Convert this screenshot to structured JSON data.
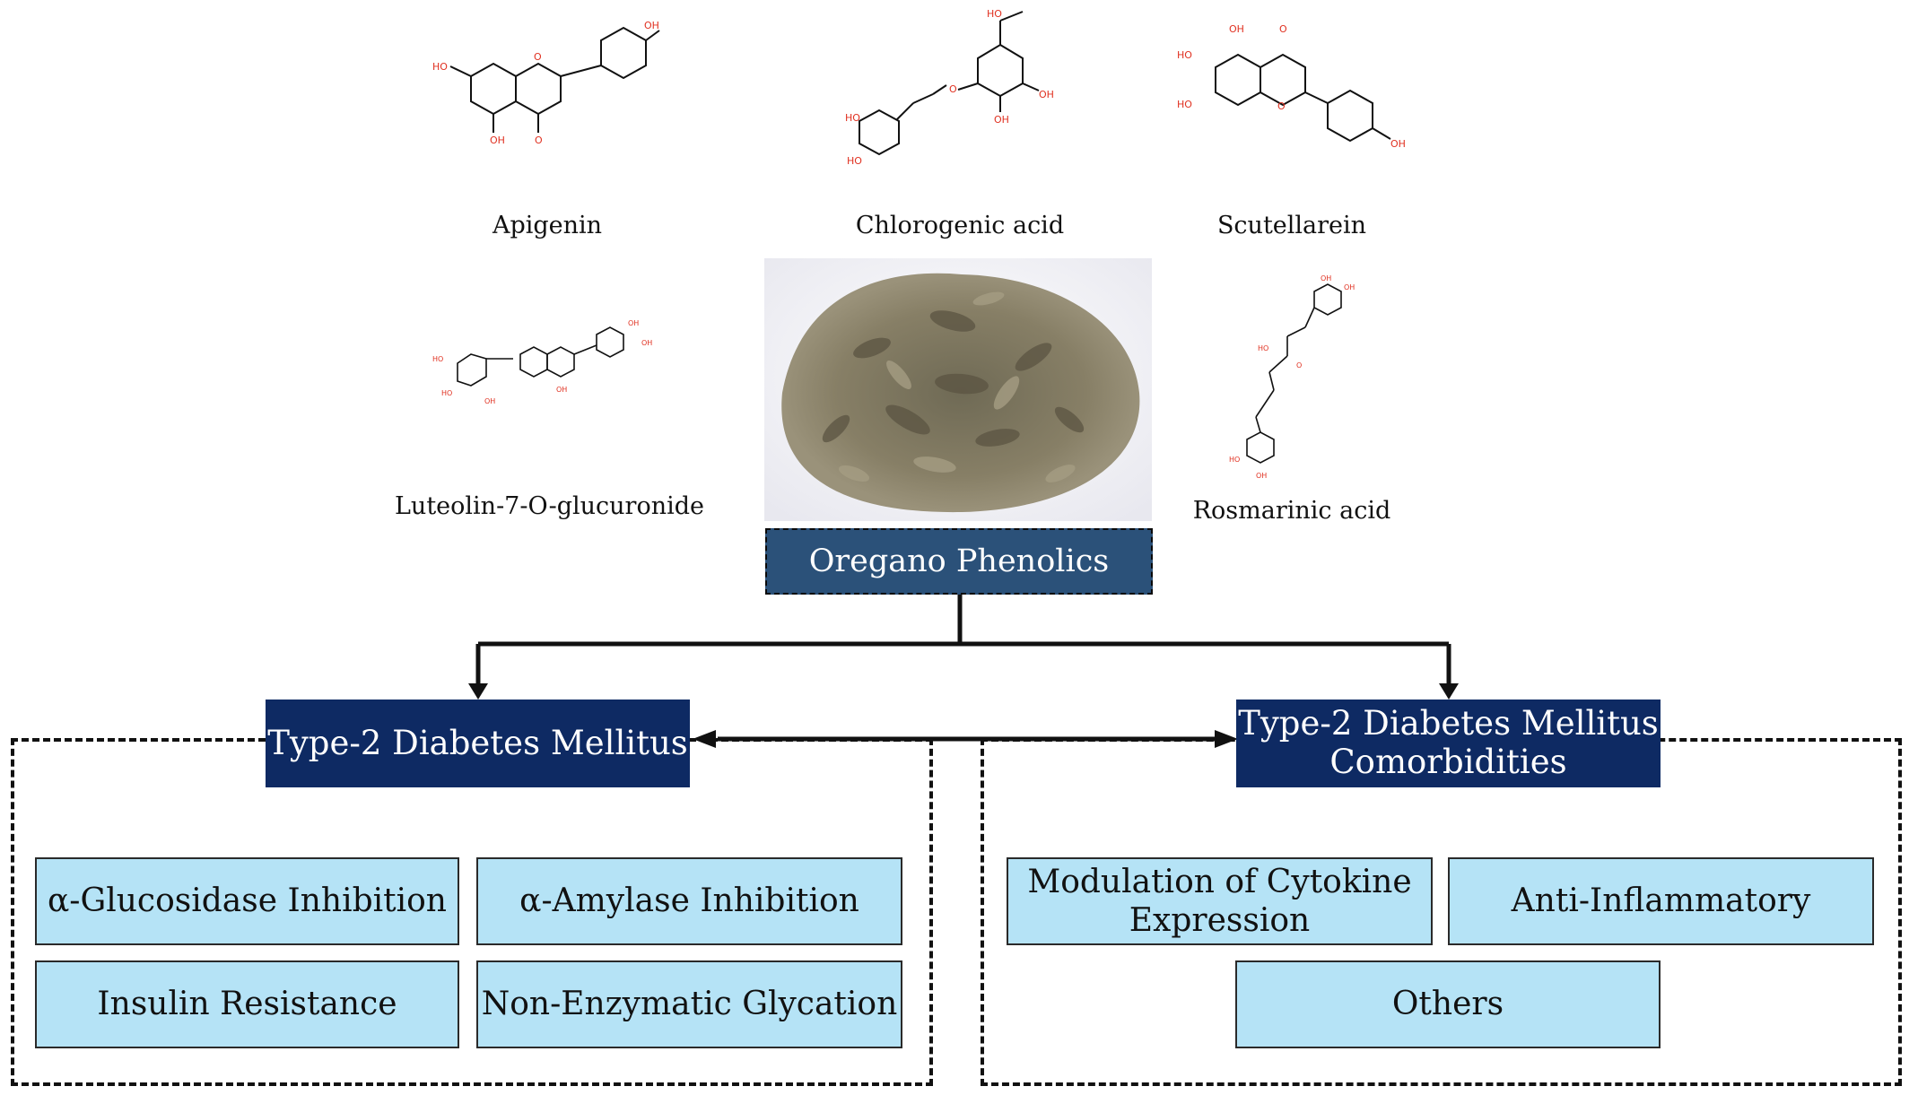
{
  "compounds": {
    "apigenin": "Apigenin",
    "chlorogenic_acid": "Chlorogenic acid",
    "scutellarein": "Scutellarein",
    "luteolin": "Luteolin-7-O-glucuronide",
    "rosmarinic_acid": "Rosmarinic acid"
  },
  "center": {
    "title": "Oregano Phenolics"
  },
  "t2dm": {
    "title": "Type-2 Diabetes Mellitus",
    "items": [
      "α-Glucosidase Inhibition",
      "α-Amylase Inhibition",
      "Insulin Resistance",
      "Non-Enzymatic Glycation"
    ]
  },
  "comorbid": {
    "title_line1": "Type-2 Diabetes Mellitus",
    "title_line2": "Comorbidities",
    "item1_line1": "Modulation of Cytokine",
    "item1_line2": "Expression",
    "item2": "Anti-Inflammatory",
    "item3": "Others"
  },
  "atom_labels": {
    "oh": "OH",
    "ho": "HO",
    "o": "O"
  },
  "colors": {
    "navy": "#0e2a63",
    "center_box": "#2b5179",
    "light_blue": "#b5e3f6",
    "heteroatom": "#e03020"
  }
}
